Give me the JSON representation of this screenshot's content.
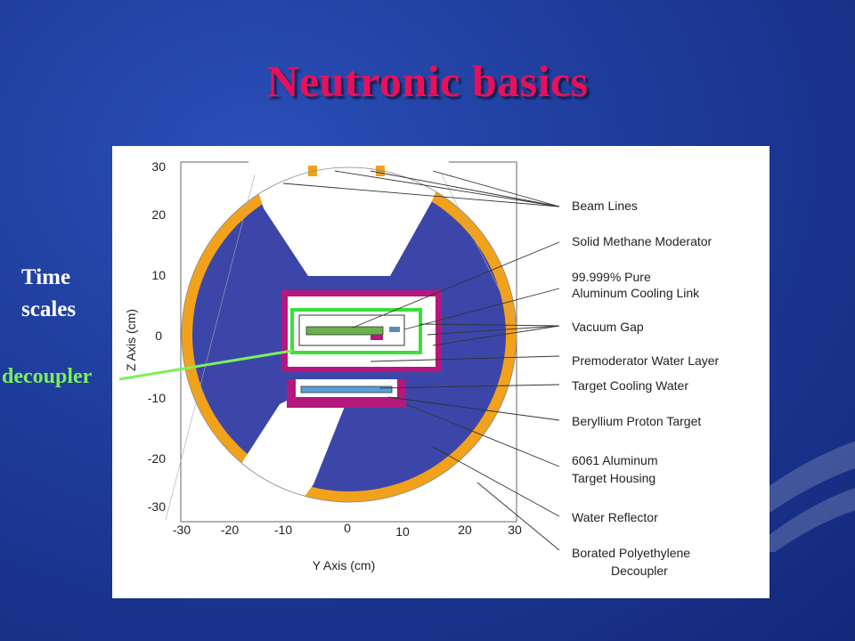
{
  "slide": {
    "title": "Neutronic basics",
    "side_label_line1": "Time",
    "side_label_line2": "scales",
    "decoupler_label": "decoupler"
  },
  "diagram": {
    "z_axis_label": "Z Axis (cm)",
    "y_axis_label": "Y Axis (cm)",
    "z_ticks": [
      "30",
      "20",
      "10",
      "0",
      "-10",
      "-20",
      "-30"
    ],
    "y_ticks": [
      "-30",
      "-20",
      "-10",
      "0",
      "10",
      "20",
      "30"
    ],
    "labels": [
      "Beam Lines",
      "Solid Methane Moderator",
      "99.999% Pure",
      "Aluminum Cooling Link",
      "Vacuum Gap",
      "Premoderator Water Layer",
      "Target Cooling Water",
      "Beryllium Proton Target",
      "6061 Aluminum",
      "Target Housing",
      "Water Reflector",
      "Borated Polyethylene",
      "Decoupler"
    ],
    "colors": {
      "reflector": "#3c46a8",
      "decoupler_ring": "#f2a21a",
      "magenta": "#b5177d",
      "methane": "#6ab04c",
      "highlight": "#38e038",
      "leader_line": "#7cf05a"
    }
  }
}
